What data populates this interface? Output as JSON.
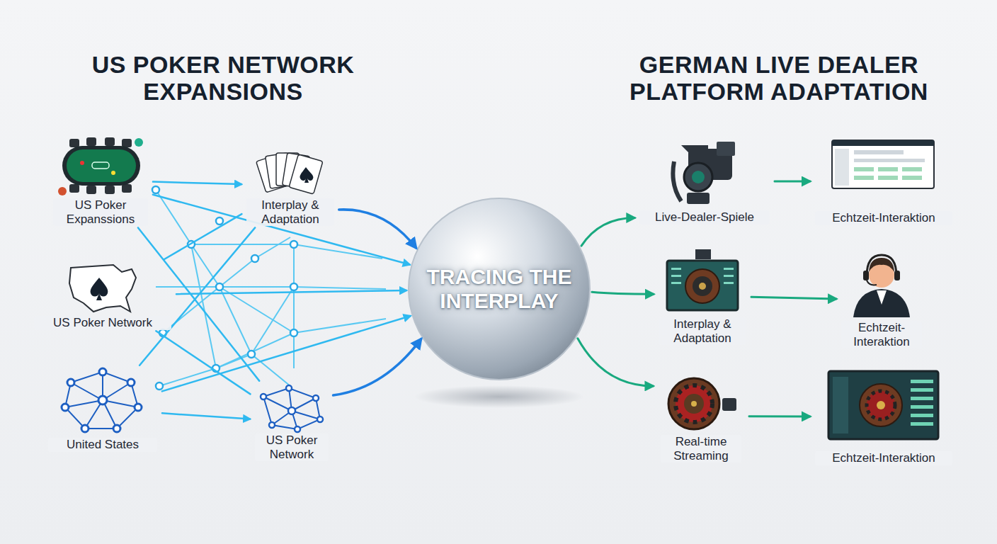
{
  "diagram": {
    "nodes": [
      {
        "text": [
          "US Poker Expanssions"
        ]
      },
      {
        "text": [
          "US Poker Network"
        ]
      },
      {
        "text": [
          "United States"
        ]
      },
      {
        "text": [
          "Interplay & Adaptation"
        ]
      },
      {
        "text": [
          "US Poker Network"
        ]
      },
      {
        "text": [
          "TRACING THE INTERPLAY"
        ]
      },
      {
        "text": [
          "Live-Dealer-Spiele"
        ]
      },
      {
        "text": [
          "Interplay & Adaptation"
        ]
      },
      {
        "text": [
          "Real-time Streaming"
        ]
      },
      {
        "text": [
          "Echtzeit-Interaktion"
        ]
      },
      {
        "text": [
          "Echtzeit-Interaktion"
        ]
      },
      {
        "text": [
          "Echtzeit-Interaktion"
        ]
      }
    ],
    "edges": [
      {
        "from": 0,
        "to": 3,
        "arrow": "to"
      },
      {
        "from": 2,
        "to": 4,
        "arrow": "to"
      },
      {
        "from": 3,
        "to": 5,
        "arrow": "to"
      },
      {
        "from": 4,
        "to": 5,
        "arrow": "to"
      },
      {
        "from": 0,
        "to": 5,
        "arrow": "to"
      },
      {
        "from": 1,
        "to": 5,
        "arrow": "to"
      },
      {
        "from": 2,
        "to": 5,
        "arrow": "to"
      },
      {
        "from": 1,
        "to": 3,
        "arrow": "none"
      },
      {
        "from": 1,
        "to": 4,
        "arrow": "none"
      },
      {
        "from": 0,
        "to": 4,
        "arrow": "none"
      },
      {
        "from": 2,
        "to": 3,
        "arrow": "none"
      },
      {
        "from": 5,
        "to": 6,
        "arrow": "to"
      },
      {
        "from": 5,
        "to": 7,
        "arrow": "to"
      },
      {
        "from": 5,
        "to": 8,
        "arrow": "to"
      },
      {
        "from": 6,
        "to": 9,
        "arrow": "to"
      },
      {
        "from": 7,
        "to": 10,
        "arrow": "to"
      },
      {
        "from": 8,
        "to": 11,
        "arrow": "to"
      }
    ],
    "labels": [
      "US POKER NETWORK EXPANSIONS",
      "GERMAN LIVE DEALER PLATFORM ADAPTATION"
    ]
  }
}
